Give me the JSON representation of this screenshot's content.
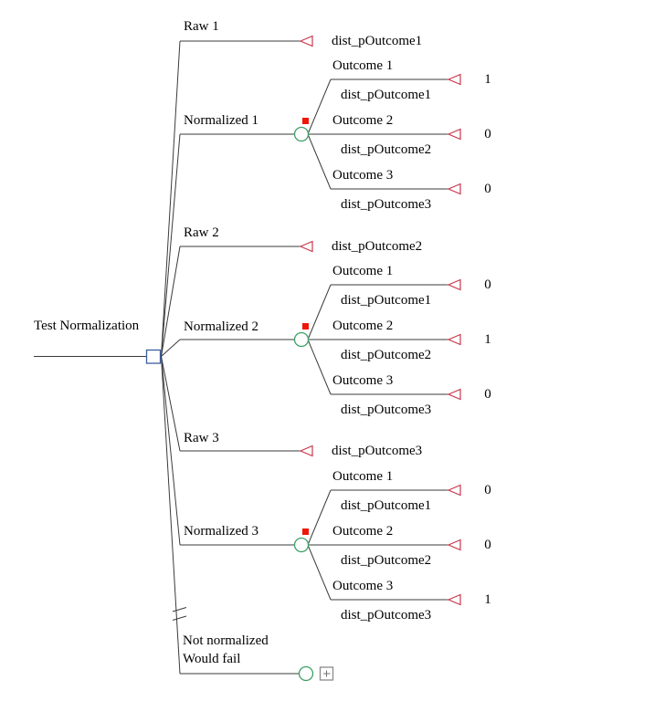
{
  "colors": {
    "decision_node": "#3a5f9e",
    "chance_node": "#3aa064",
    "terminal_node": "#c9384e",
    "flag_marker": "#ee1708",
    "collapsed_box": "#8a8a8a",
    "line": "#3b3b3b",
    "text": "#000000"
  },
  "tree": {
    "root": {
      "label": "Test Normalization",
      "type": "decision"
    },
    "branches": [
      {
        "name": "Raw 1",
        "type": "terminal",
        "payoff": "dist_pOutcome1"
      },
      {
        "name": "Normalized 1",
        "type": "chance",
        "outcomes": [
          {
            "name": "Outcome 1",
            "probability": "dist_pOutcome1",
            "value": "1"
          },
          {
            "name": "Outcome 2",
            "probability": "dist_pOutcome2",
            "value": "0"
          },
          {
            "name": "Outcome 3",
            "probability": "dist_pOutcome3",
            "value": "0"
          }
        ]
      },
      {
        "name": "Raw 2",
        "type": "terminal",
        "payoff": "dist_pOutcome2"
      },
      {
        "name": "Normalized 2",
        "type": "chance",
        "outcomes": [
          {
            "name": "Outcome 1",
            "probability": "dist_pOutcome1",
            "value": "0"
          },
          {
            "name": "Outcome 2",
            "probability": "dist_pOutcome2",
            "value": "1"
          },
          {
            "name": "Outcome 3",
            "probability": "dist_pOutcome3",
            "value": "0"
          }
        ]
      },
      {
        "name": "Raw 3",
        "type": "terminal",
        "payoff": "dist_pOutcome3"
      },
      {
        "name": "Normalized 3",
        "type": "chance",
        "outcomes": [
          {
            "name": "Outcome 1",
            "probability": "dist_pOutcome1",
            "value": "0"
          },
          {
            "name": "Outcome 2",
            "probability": "dist_pOutcome2",
            "value": "0"
          },
          {
            "name": "Outcome 3",
            "probability": "dist_pOutcome3",
            "value": "1"
          }
        ]
      },
      {
        "name": "Not normalized",
        "name_line2": "Would fail",
        "type": "collapsed"
      }
    ]
  }
}
